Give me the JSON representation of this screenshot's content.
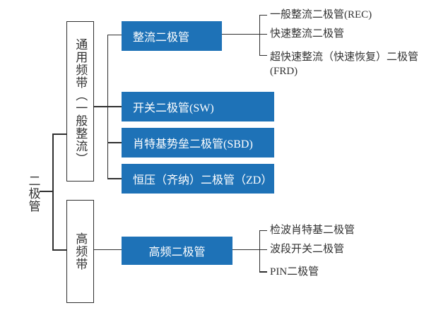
{
  "diagram": {
    "title_semantic": "diode-classification-tree",
    "root": {
      "label": "二极管"
    },
    "level1": [
      {
        "label": "通用频带（一般整流）"
      },
      {
        "label": "高频带"
      }
    ],
    "level2": [
      {
        "label": "整流二极管"
      },
      {
        "label": "开关二极管(SW)"
      },
      {
        "label": "肖特基势垒二极管(SBD)"
      },
      {
        "label": "恒压（齐纳）二极管（ZD）"
      },
      {
        "label": "高频二极管"
      }
    ],
    "leaves_top": [
      {
        "label": "一般整流二极管(REC)"
      },
      {
        "label": "快速整流二极管"
      },
      {
        "label": "超快速整流（快速恢复）二极管",
        "label2": "(FRD)"
      }
    ],
    "leaves_bottom": [
      {
        "label": "检波肖特基二极管"
      },
      {
        "label": "波段开关二极管"
      },
      {
        "label": "PIN二极管"
      }
    ],
    "colors": {
      "node_fill": "#1e72b7",
      "node_text": "#ffffff",
      "line": "#2f2f2f",
      "text": "#333333",
      "background": "#ffffff"
    }
  }
}
